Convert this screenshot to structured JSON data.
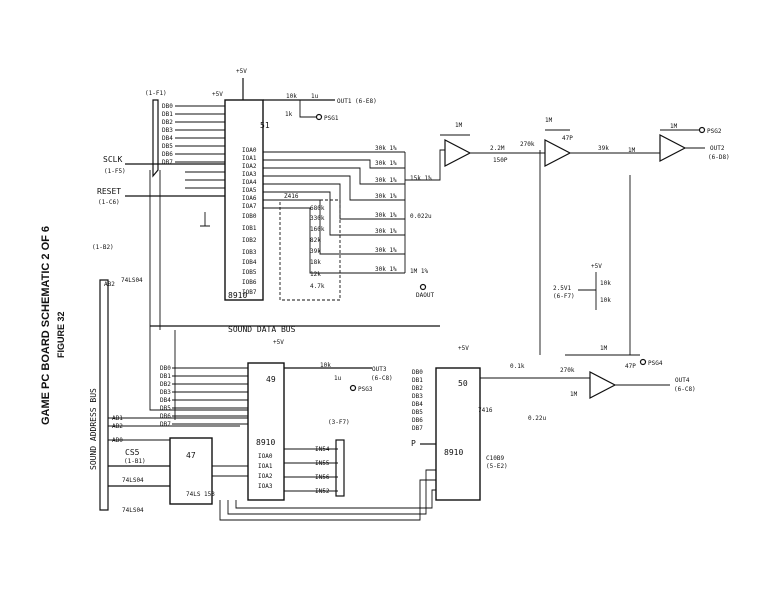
{
  "sheet": {
    "title": "GAME PC BOARD SCHEMATIC 2 OF 6",
    "figure": "FIGURE 32"
  },
  "chips": {
    "u51": {
      "number": "51",
      "part": "8910"
    },
    "u49": {
      "number": "49",
      "part": "8910"
    },
    "u50": {
      "number": "50",
      "part": "8910"
    },
    "u47": {
      "number": "47",
      "part": "74LS 153"
    },
    "z416": "Z416",
    "inv_a": "74LS04",
    "inv_b": "74LS04",
    "inv_c": "74LS04",
    "inv_d": "7416"
  },
  "references": {
    "f1": "(1-F1)",
    "b2": "(1-B2)",
    "f7": "(3-F7)",
    "b1": "(1-B1)",
    "f5": "(1-F5)",
    "c6": "(1-C6)",
    "f7b": "(6-F7)"
  },
  "signals": {
    "sclk": "SCLK",
    "reset": "RESET",
    "vcc": "+5V",
    "cs5": "CS5",
    "p": "P",
    "sound_data_bus": "SOUND DATA BUS",
    "sound_address_bus": "SOUND ADDRESS BUS",
    "ab1": "AB1",
    "ab2": "AB2",
    "ab0": "AB0",
    "daout": "DAOUT",
    "v25": "2.5V1",
    "c10b9": "C10B9",
    "c10b9_ref": "(5-E2)",
    "in54": "IN54",
    "in55": "IN55",
    "in56": "IN56",
    "in52": "IN52"
  },
  "outputs": {
    "out1": "OUT1 (6-E8)",
    "out2": "OUT2",
    "out2_ref": "(6-D8)",
    "out3": "OUT3",
    "out3_ref": "(6-C8)",
    "out4": "OUT4",
    "out4_ref": "(6-C8)",
    "psg1": "PSG1",
    "psg2": "PSG2",
    "psg3": "PSG3",
    "psg4": "PSG4"
  },
  "components": {
    "r10k": "10k",
    "c1u": "1u",
    "r1k": "1k",
    "r1m": "1M",
    "r22m": "2.2M",
    "r270k": "270k",
    "c47p": "47P",
    "r39k": "39k",
    "c150p": "150P",
    "r15k": "15k 1%",
    "r30k": "30k 1%",
    "c0022": "0.022u",
    "r680k": "680k",
    "r330k": "330k",
    "r160k": "160k",
    "r82k": "82k",
    "r39k2": "39k",
    "r18k": "18k",
    "r12k": "12k",
    "r47k": "4.7k",
    "r1mb": "1M 1%",
    "r01k": "0.1k",
    "c022": "0.22u"
  },
  "u51_pins": {
    "db": [
      "DB0",
      "DB1",
      "DB2",
      "DB3",
      "DB4",
      "DB5",
      "DB6",
      "DB7"
    ],
    "io": [
      "IOA0",
      "IOA1",
      "IOA2",
      "IOA3",
      "IOA4",
      "IOA5",
      "IOA6",
      "IOA7",
      "IOB0",
      "IOB1",
      "IOB2",
      "IOB3",
      "IOB4",
      "IOB5",
      "IOB6",
      "IOB7"
    ]
  },
  "u49_pins": {
    "db": [
      "DB0",
      "DB1",
      "DB2",
      "DB3",
      "DB4",
      "DB5",
      "DB6",
      "DB7"
    ],
    "io": [
      "IOA0",
      "IOA1",
      "IOA2",
      "IOA3"
    ]
  },
  "u50_pins": {
    "db": [
      "DB0",
      "DB1",
      "DB2",
      "DB3",
      "DB4",
      "DB5",
      "DB6",
      "DB7"
    ]
  }
}
